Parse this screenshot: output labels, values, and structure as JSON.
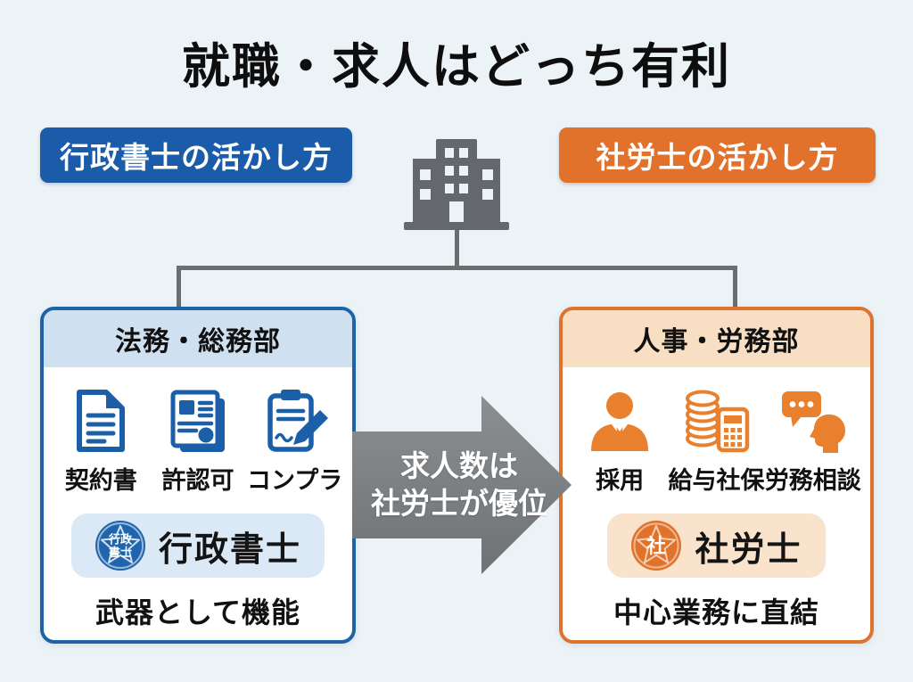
{
  "title": "就職・求人はどっち有利",
  "colors": {
    "background": "#ecf3f7",
    "blue": "#1a5ca9",
    "blue_border": "#1d63a9",
    "blue_header": "#cfe1f1",
    "blue_pill": "#dbe9f7",
    "blue_icon": "#1a5fa8",
    "orange": "#e2712b",
    "orange_border": "#dd732c",
    "orange_header": "#f8dfc4",
    "orange_pill": "#fae3cc",
    "orange_icon": "#e8802e",
    "connector_gray": "#6b6e70",
    "arrow_gray": "#7a7e81",
    "text": "#111111",
    "white": "#ffffff"
  },
  "banners": {
    "left": {
      "label": "行政書士の活かし方"
    },
    "right": {
      "label": "社労士の活かし方"
    }
  },
  "center": {
    "icon": "building-icon"
  },
  "arrow": {
    "line1": "求人数は",
    "line2": "社労士が優位"
  },
  "left_box": {
    "header": "法務・総務部",
    "items": [
      {
        "icon": "contract-icon",
        "label": "契約書"
      },
      {
        "icon": "permit-icon",
        "label": "許認可"
      },
      {
        "icon": "compliance-icon",
        "label": "コンプラ"
      }
    ],
    "badge": {
      "seal_icon": "gyoseishoshi-seal-icon",
      "seal_line1": "行政",
      "seal_line2": "書士",
      "label": "行政書士"
    },
    "footer": "武器として機能"
  },
  "right_box": {
    "header": "人事・労務部",
    "items": [
      {
        "icon": "recruit-icon",
        "label": "採用"
      },
      {
        "icon": "payroll-icon",
        "label": "給与社保"
      },
      {
        "icon": "consultation-icon",
        "label": "労務相談"
      }
    ],
    "badge": {
      "seal_icon": "sharoushi-seal-icon",
      "seal_text": "社",
      "label": "社労士"
    },
    "footer": "中心業務に直結"
  }
}
